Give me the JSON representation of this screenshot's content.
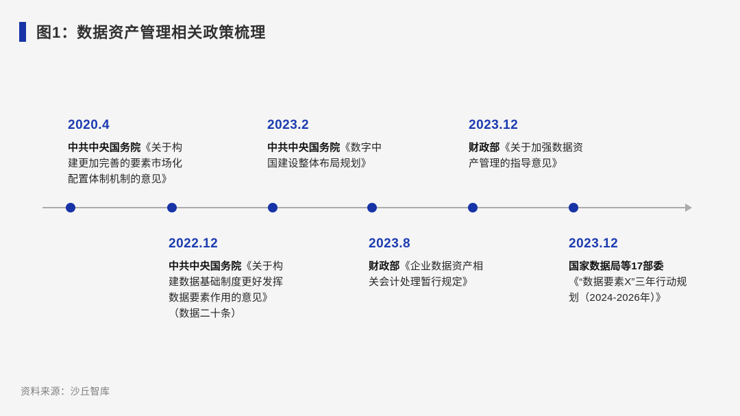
{
  "title": {
    "text": "图1：数据资产管理相关政策梳理"
  },
  "source": {
    "text": "资料来源：沙丘智库"
  },
  "colors": {
    "accent_blue": "#1733a6",
    "date_blue": "#1d3cb0",
    "axis_gray": "#ababab",
    "background": "#f5f5f6",
    "body_ink": "#262626",
    "source_gray": "#808080"
  },
  "timeline": {
    "direction": "left-to-right",
    "events": [
      {
        "date": "2020.4",
        "org": "中共中央国务院",
        "doc": "《关于构建更加完善的要素市场化配置体制机制的意见》",
        "position": "above"
      },
      {
        "date": "2022.12",
        "org": "中共中央国务院",
        "doc": "《关于构建数据基础制度更好发挥数据要素作用的意见》（数据二十条）",
        "position": "below"
      },
      {
        "date": "2023.2",
        "org": "中共中央国务院",
        "doc": "《数字中国建设整体布局规划》",
        "position": "above"
      },
      {
        "date": "2023.8",
        "org": "财政部",
        "doc": "《企业数据资产相关会计处理暂行规定》",
        "position": "below"
      },
      {
        "date": "2023.12",
        "org": "财政部",
        "doc": "《关于加强数据资产管理的指导意见》",
        "position": "above"
      },
      {
        "date": "2023.12",
        "org": "国家数据局等17部委",
        "doc": "《“数据要素X”三年行动规划（2024-2026年）》",
        "position": "below"
      }
    ]
  }
}
